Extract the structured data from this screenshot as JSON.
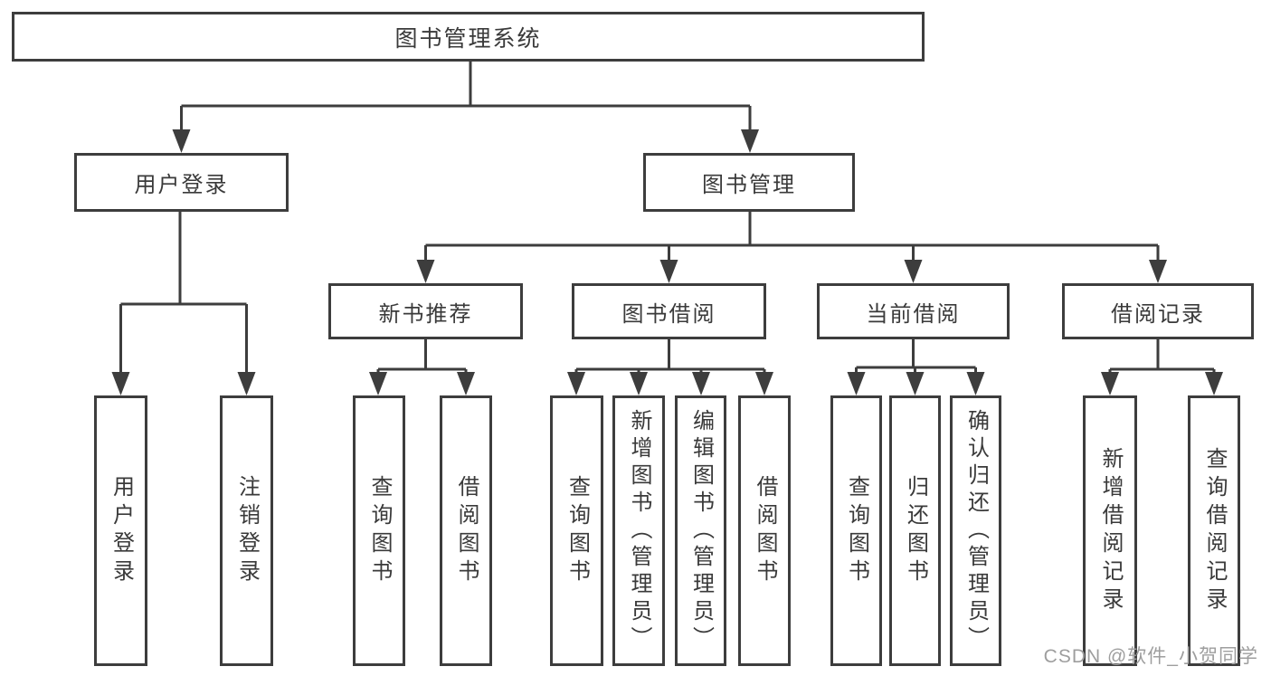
{
  "nodes": {
    "root": "图书管理系统",
    "user_login": "用户登录",
    "book_mgmt": "图书管理",
    "new_books": "新书推荐",
    "book_borrow": "图书借阅",
    "current_borrow": "当前借阅",
    "borrow_records": "借阅记录",
    "ul_login": "用户登录",
    "ul_logout": "注销登录",
    "nb_query": "查询图书",
    "nb_borrow": "借阅图书",
    "bb_query": "查询图书",
    "bb_add": "新增图书（管理员）",
    "bb_edit": "编辑图书（管理员）",
    "bb_borrow": "借阅图书",
    "cb_query": "查询图书",
    "cb_return": "归还图书",
    "cb_confirm": "确认归还（管理员）",
    "br_add": "新增借阅记录",
    "br_query": "查询借阅记录"
  },
  "watermark": "CSDN @软件_小贺同学",
  "colors": {
    "line": "#3d3d3d",
    "text": "#3a3a3a",
    "watermark": "#9e9e9e"
  }
}
